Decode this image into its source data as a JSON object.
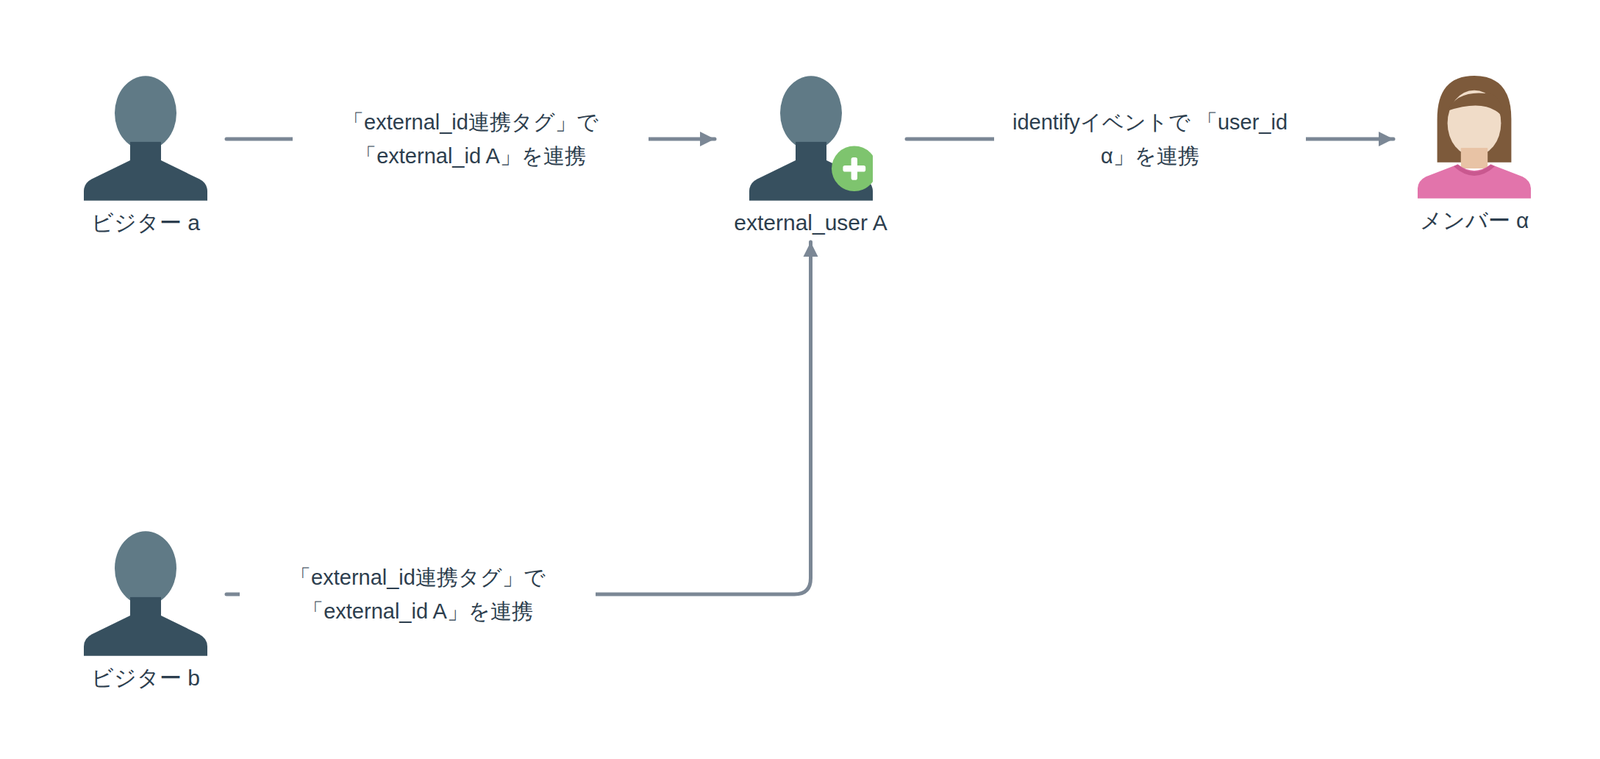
{
  "diagram": {
    "nodes": [
      {
        "text": [
          "ビジター a"
        ]
      },
      {
        "text": [
          "external_user A"
        ]
      },
      {
        "text": [
          "メンバー α"
        ]
      },
      {
        "text": [
          "ビジター b"
        ]
      }
    ],
    "edges": [
      {
        "from": 0,
        "to": 1,
        "arrow": "to",
        "label": "「external_id連携タグ」で 「external_id A」を連携"
      },
      {
        "from": 1,
        "to": 2,
        "arrow": "to",
        "label": "identifyイベントで 「user_id α」を連携"
      },
      {
        "from": 3,
        "to": 1,
        "arrow": "to",
        "label": "「external_id連携タグ」で 「external_id A」を連携"
      }
    ]
  }
}
